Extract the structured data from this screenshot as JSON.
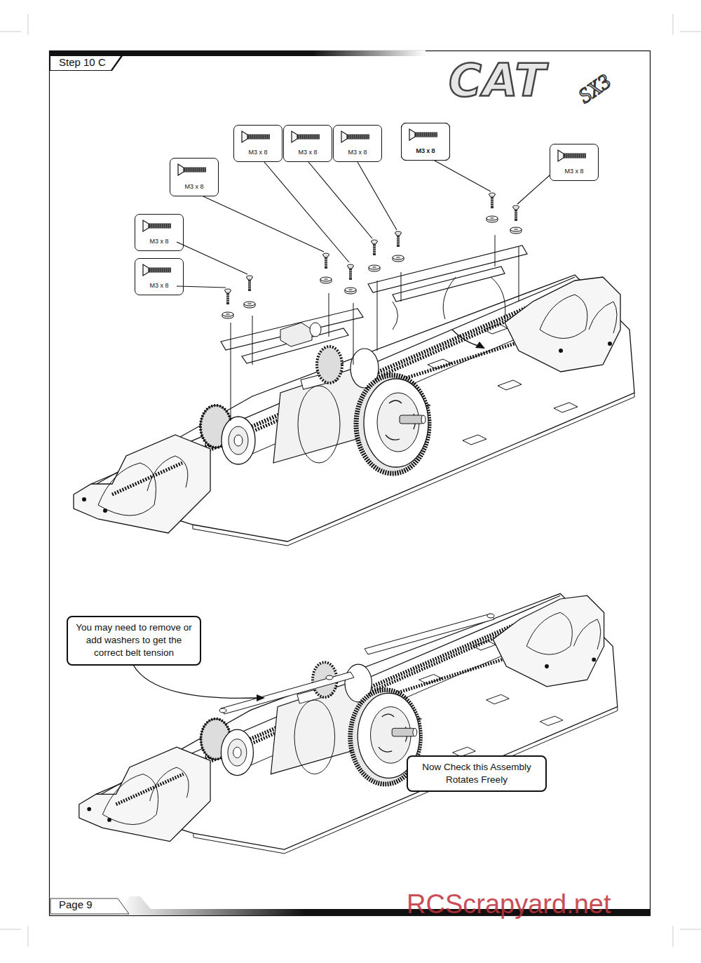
{
  "diagram": {
    "title": "Step 10 C",
    "nodes": [
      {
        "text": [
          "M3 x 8"
        ]
      },
      {
        "text": [
          "M3 x 8"
        ]
      },
      {
        "text": [
          "M3 x 8"
        ]
      },
      {
        "text": [
          "M3 x 8"
        ]
      },
      {
        "text": [
          "M3 x 8"
        ]
      },
      {
        "text": [
          "M3 x 8"
        ]
      },
      {
        "text": [
          "M3 x 8"
        ]
      },
      {
        "text": [
          "M3 x 8"
        ]
      },
      {
        "text": [
          "M3 x 8"
        ]
      },
      {
        "text": [
          "You may need to remove or add washers to get the correct belt tension"
        ]
      },
      {
        "text": [
          "Now Check this Assembly Rotates Freely"
        ]
      }
    ],
    "edges": [],
    "labels": [
      "Page 9",
      "CAT",
      "SX3",
      "RCScrapyard.net"
    ]
  }
}
